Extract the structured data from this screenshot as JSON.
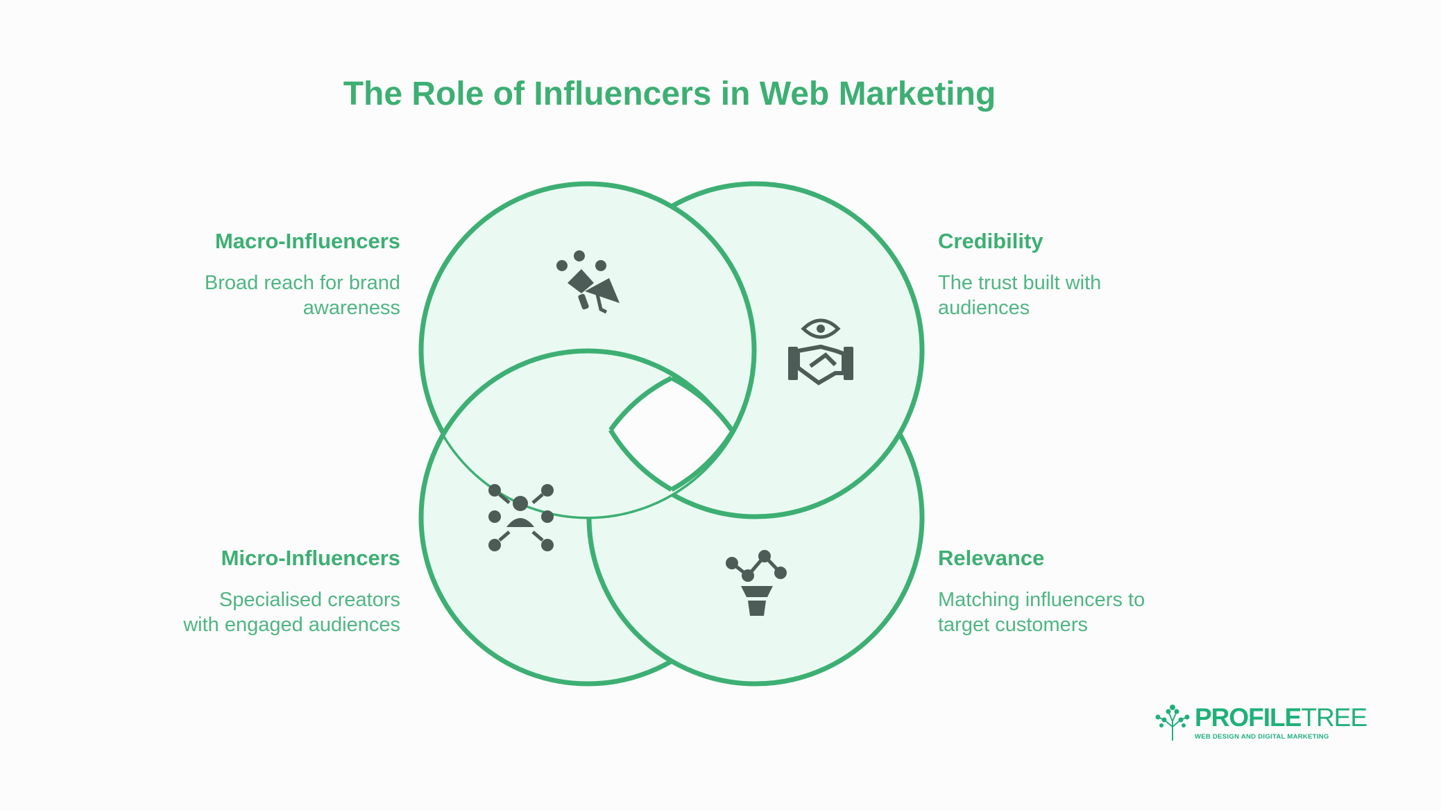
{
  "title": "The Role of Influencers in Web Marketing",
  "items": [
    {
      "heading": "Macro-Influencers",
      "text_line1": "Broad reach for brand",
      "text_line2": "awareness",
      "icon": "megaphone-people-icon"
    },
    {
      "heading": "Credibility",
      "text_line1": "The trust built with",
      "text_line2": "audiences",
      "icon": "handshake-eye-icon"
    },
    {
      "heading": "Micro-Influencers",
      "text_line1": "Specialised creators",
      "text_line2": "with engaged audiences",
      "icon": "network-person-icon"
    },
    {
      "heading": "Relevance",
      "text_line1": "Matching influencers to",
      "text_line2": "target customers",
      "icon": "funnel-graph-icon"
    }
  ],
  "logo": {
    "brand_bold": "PROFILE",
    "brand_thin": "TREE",
    "tagline": "WEB DESIGN AND DIGITAL MARKETING"
  },
  "colors": {
    "accent": "#3daf73",
    "circle_fill": "#eafaf2",
    "icon": "#4d5c56",
    "background": "#fcfcfc"
  }
}
